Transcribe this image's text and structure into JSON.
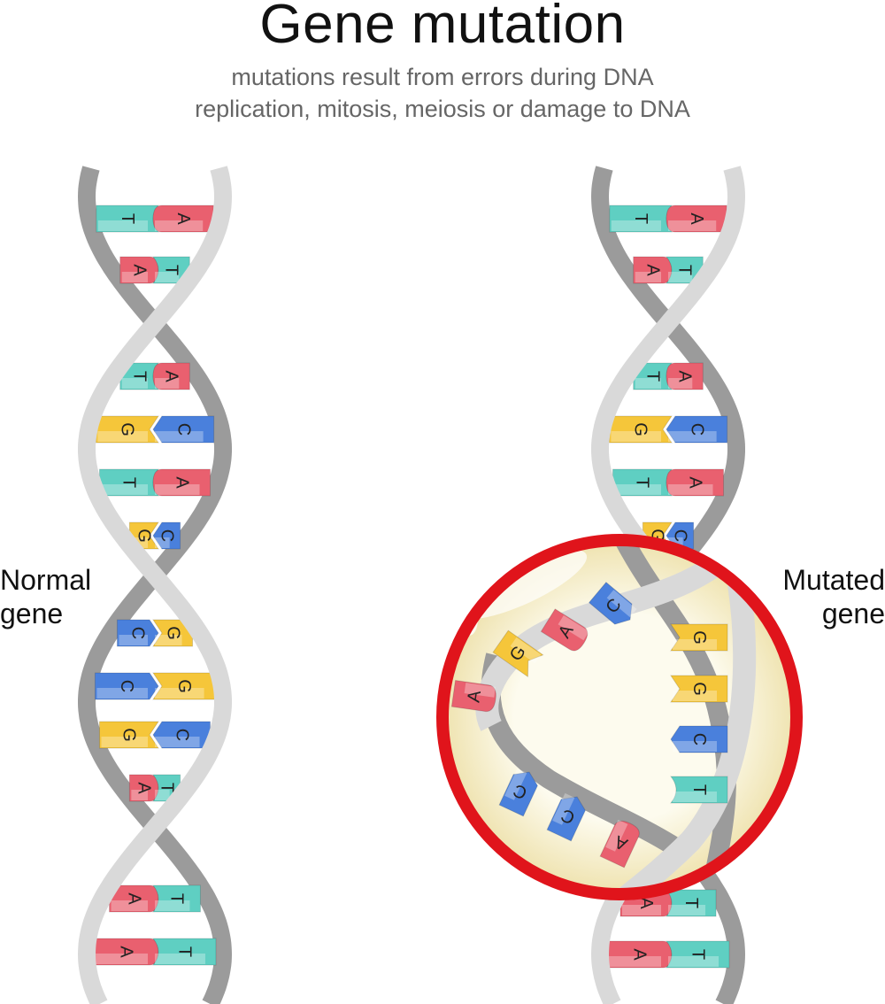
{
  "title": "Gene mutation",
  "subtitle": [
    "mutations result from errors during DNA",
    "replication, mitosis, meiosis or damage to DNA"
  ],
  "labels": {
    "normal": [
      "Normal",
      "gene"
    ],
    "mutated": [
      "Mutated",
      "gene"
    ]
  },
  "colors": {
    "A": "#e9606f",
    "T": "#5fcfc2",
    "G": "#f5c63a",
    "C": "#4a80dc",
    "ring": "#e0141b",
    "lens": "#fbf6dc",
    "strand_front": "#d9d9d9",
    "strand_back": "#9b9b9b"
  },
  "normal_gene": {
    "pairs": [
      [
        "T",
        "A"
      ],
      [
        "A",
        "T"
      ],
      [
        "T",
        "A"
      ],
      [
        "G",
        "C"
      ],
      [
        "T",
        "A"
      ],
      [
        "G",
        "C"
      ],
      [
        "C",
        "G"
      ],
      [
        "C",
        "G"
      ],
      [
        "G",
        "C"
      ],
      [
        "A",
        "T"
      ],
      [
        "A",
        "T"
      ],
      [
        "A",
        "T"
      ]
    ]
  },
  "mutated_gene": {
    "pairs": [
      [
        "T",
        "A"
      ],
      [
        "A",
        "T"
      ],
      [
        "T",
        "A"
      ],
      [
        "G",
        "C"
      ],
      [
        "T",
        "A"
      ],
      [
        "G",
        "C"
      ],
      [
        "A",
        "T"
      ],
      [
        "A",
        "T"
      ]
    ],
    "broken_strand_bases": [
      "C",
      "A",
      "G",
      "A",
      "C",
      "C",
      "A"
    ],
    "intact_strand_bases": [
      "G",
      "G",
      "C",
      "T"
    ]
  }
}
